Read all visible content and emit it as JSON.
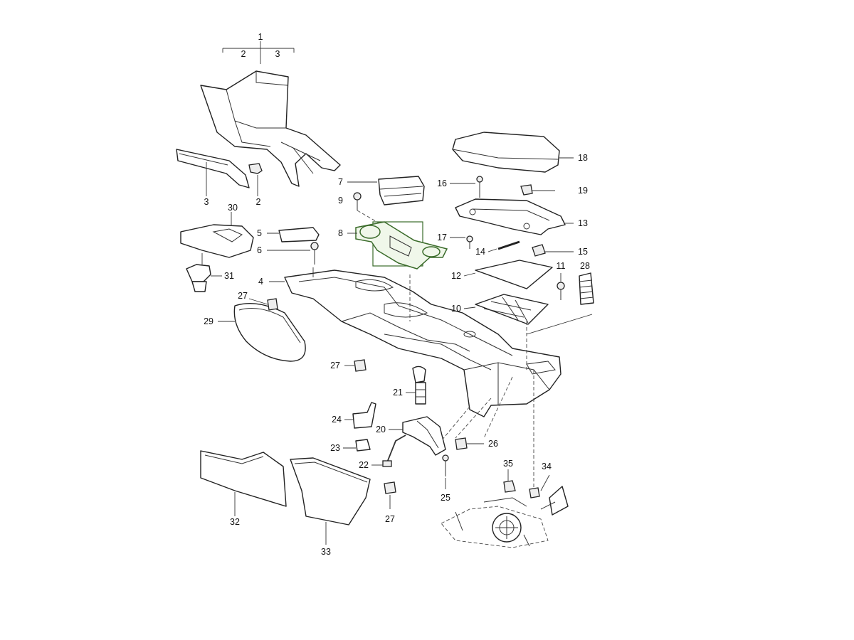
{
  "colors": {
    "line": "#222222",
    "highlight_fill": "#f0f7ea",
    "highlight_stroke": "#3a6b2a",
    "background": "#ffffff"
  },
  "header": {
    "top": "1",
    "left": "2",
    "right": "3"
  },
  "callouts": {
    "c2": "2",
    "c3": "3",
    "c4": "4",
    "c5": "5",
    "c6": "6",
    "c7": "7",
    "c8": "8",
    "c9": "9",
    "c10": "10",
    "c11": "11",
    "c12": "12",
    "c13": "13",
    "c14": "14",
    "c15": "15",
    "c16": "16",
    "c17": "17",
    "c18": "18",
    "c19": "19",
    "c20": "20",
    "c21": "21",
    "c22": "22",
    "c23": "23",
    "c24": "24",
    "c25": "25",
    "c26": "26",
    "c27a": "27",
    "c27b": "27",
    "c27c": "27",
    "c28": "28",
    "c29": "29",
    "c30": "30",
    "c31": "31",
    "c32": "32",
    "c33": "33",
    "c34": "34",
    "c35": "35"
  }
}
